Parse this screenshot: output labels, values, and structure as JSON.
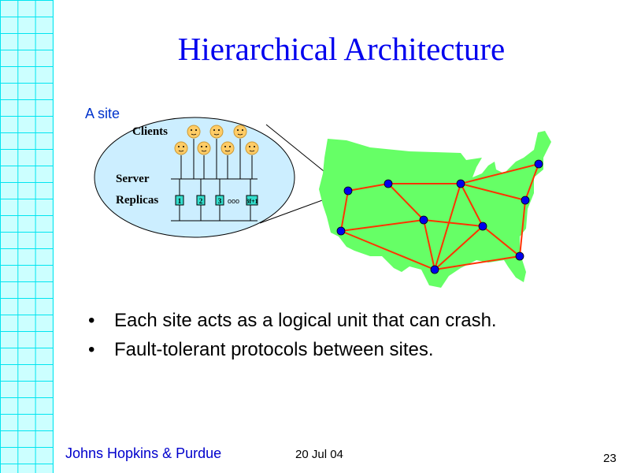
{
  "slide": {
    "title": "Hierarchical Architecture",
    "site_label": "A site",
    "diagram": {
      "clients_label": "Clients",
      "server_label": "Server",
      "replicas_label": "Replicas",
      "replicas": [
        "1",
        "2",
        "3",
        "3f+1"
      ],
      "ellipsis": "ooo"
    },
    "bullets": [
      "Each site acts as a logical unit that can crash.",
      "Fault-tolerant protocols between sites."
    ],
    "bullet_glyph": "•",
    "footer": {
      "org": "Johns Hopkins & Purdue",
      "date": "20 Jul 04",
      "page": "23"
    },
    "colors": {
      "title": "#0000ee",
      "map": "#66ff66",
      "links": "#ff3300",
      "nodes": "#0000ee",
      "ellipse": "#cceeff",
      "replica": "#33ddcc"
    }
  }
}
